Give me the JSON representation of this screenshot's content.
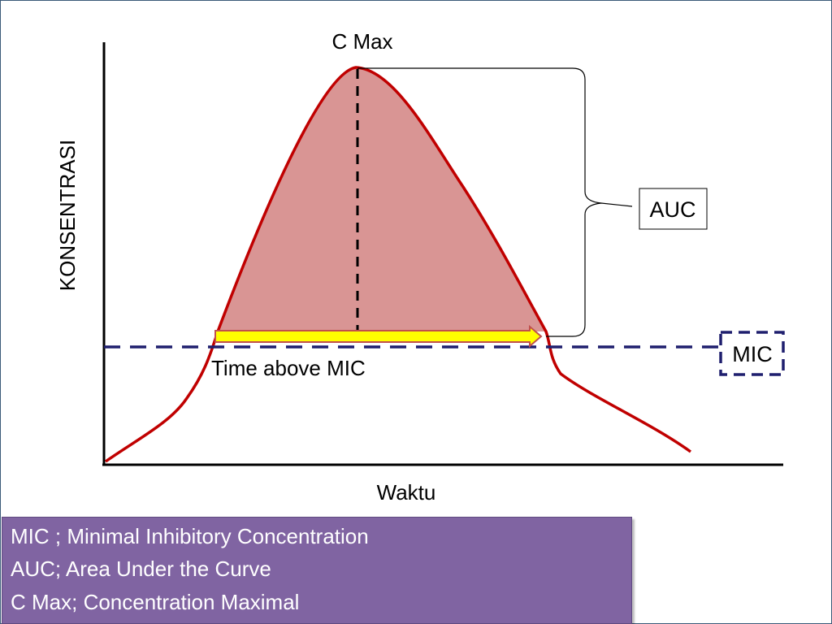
{
  "diagram": {
    "y_axis_label": "KONSENTRASI",
    "x_axis_label": "Waktu",
    "peak_label": "C Max",
    "auc_label": "AUC",
    "mic_label": "MIC",
    "time_above_label": "Time above MIC"
  },
  "legend": [
    "MIC ; Minimal Inhibitory Concentration",
    "AUC; Area Under the Curve",
    "C Max; Concentration Maximal"
  ],
  "colors": {
    "curve": "#c00000",
    "auc_fill": "#d99594",
    "mic_line": "#1f1f6e",
    "arrow_fill": "#ffff00",
    "arrow_stroke": "#c0504d",
    "legend_bg": "#8064a2"
  }
}
